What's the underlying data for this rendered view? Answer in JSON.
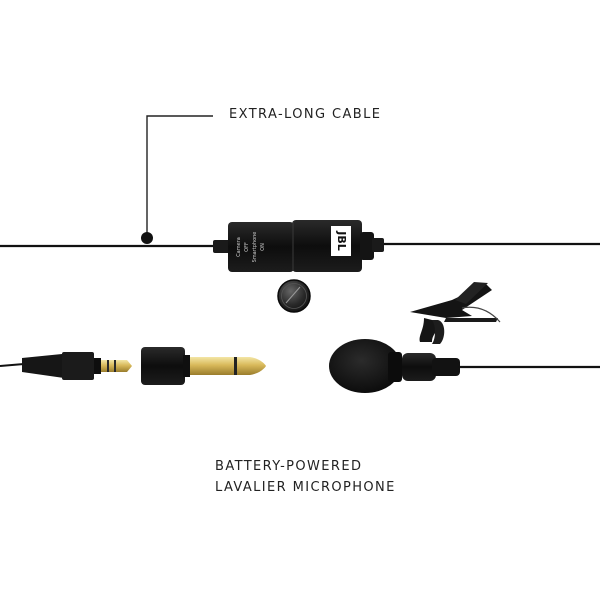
{
  "callout": {
    "label": "EXTRA-LONG CABLE"
  },
  "description": {
    "line1": "BATTERY-POWERED",
    "line2": "LAVALIER MICROPHONE"
  },
  "product": {
    "brand_logo": "JBL",
    "body_text": [
      "Camera",
      "OFF",
      "Smartphone",
      "ON"
    ],
    "icons": [
      "cable",
      "battery-box",
      "coin-battery",
      "3.5mm-plug",
      "6.35mm-adapter",
      "foam-windscreen",
      "lavalier-mic",
      "tie-clip"
    ]
  },
  "colors": {
    "background": "#ffffff",
    "product": "#111111",
    "text": "#222222"
  }
}
